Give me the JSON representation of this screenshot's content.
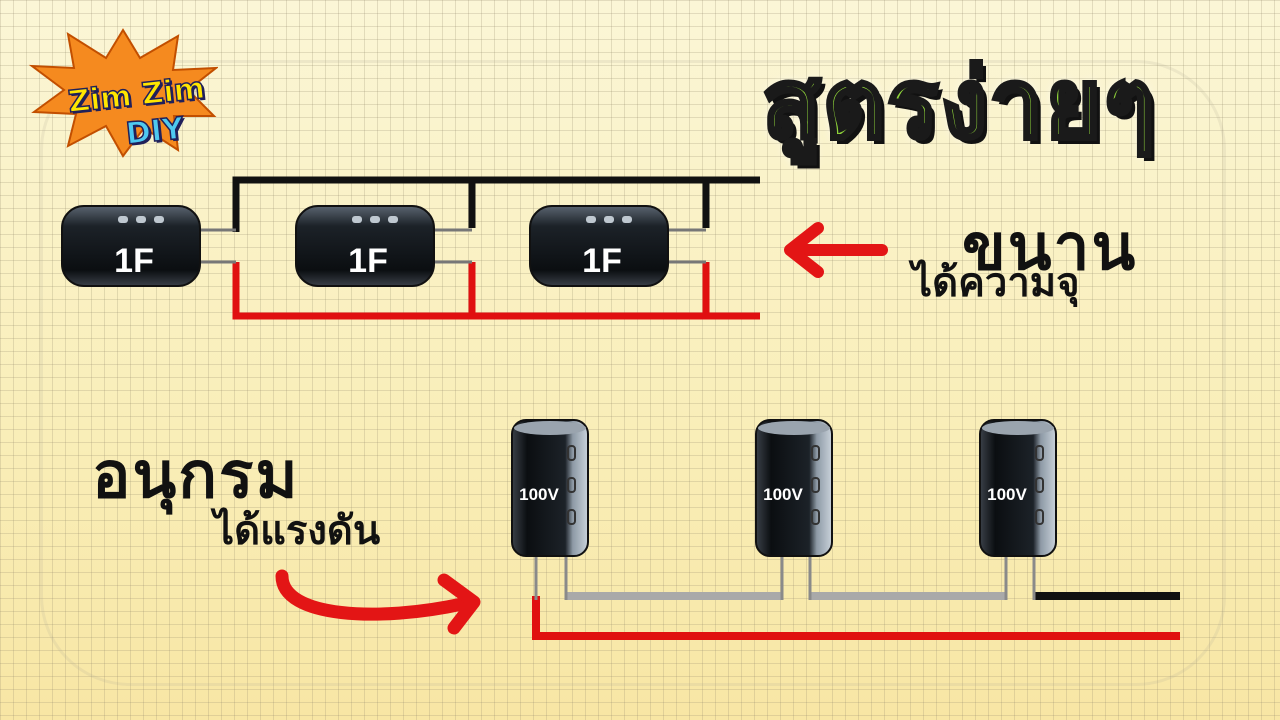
{
  "title": "สูตรง่ายๆ",
  "logo": {
    "line1": "Zim Zim",
    "line2": "DIY"
  },
  "parallel": {
    "label": "ขนาน",
    "sublabel": "ได้ความจุ",
    "capacitors": [
      {
        "label": "1F"
      },
      {
        "label": "1F"
      },
      {
        "label": "1F"
      }
    ]
  },
  "series": {
    "label": "อนุกรม",
    "sublabel": "ได้แรงดัน",
    "capacitors": [
      {
        "label": "100V"
      },
      {
        "label": "100V"
      },
      {
        "label": "100V"
      }
    ]
  },
  "colors": {
    "wire_black": "#111111",
    "wire_red": "#e01010",
    "wire_gray": "#a9a9a9",
    "arrow_red": "#e31515",
    "title_green": "#8fd43a",
    "logo_burst": "#f58a1f"
  }
}
